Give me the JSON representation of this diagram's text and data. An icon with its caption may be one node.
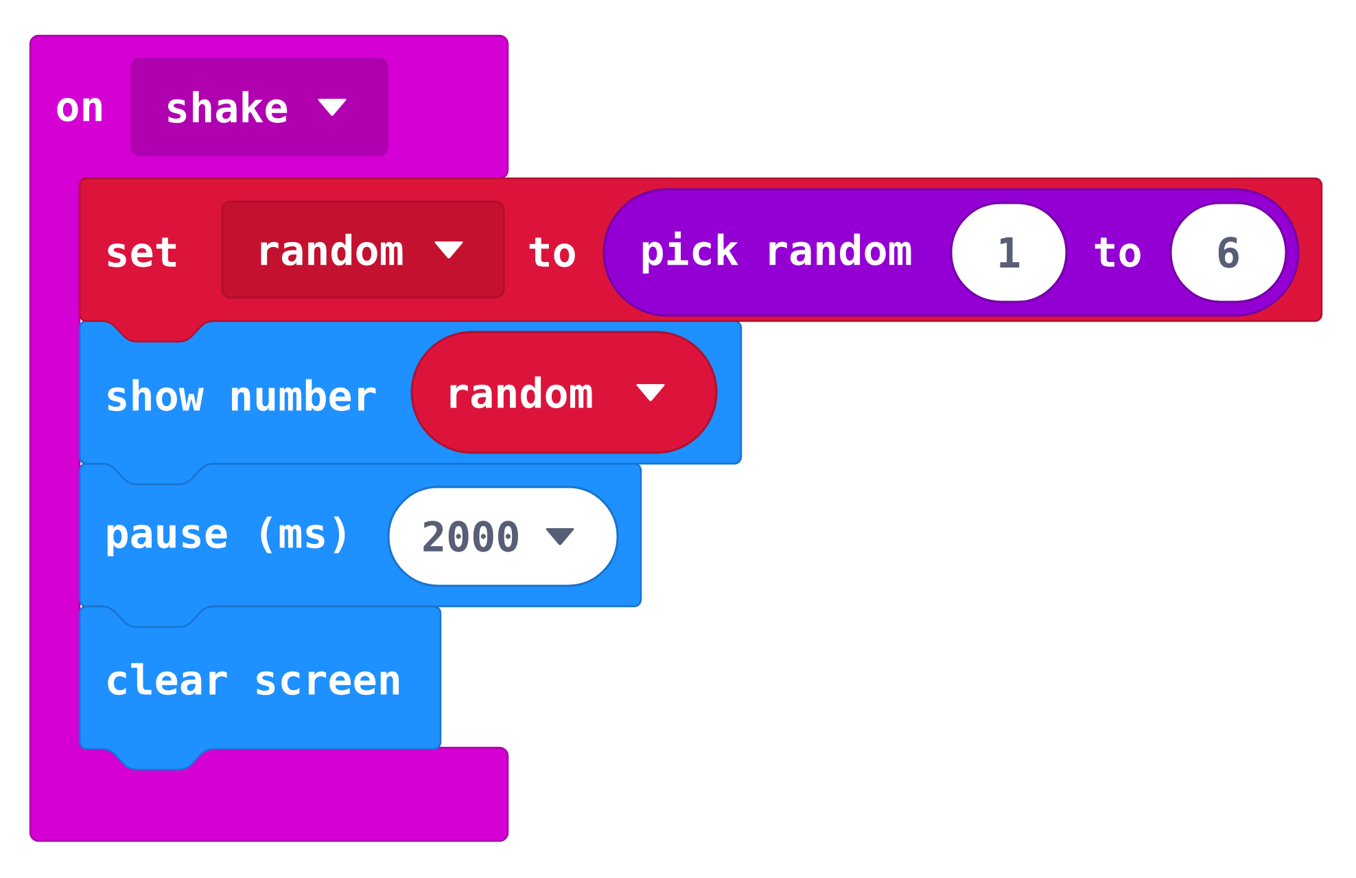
{
  "diagram": {
    "nodes": [
      {
        "text": [
          "on"
        ]
      },
      {
        "text": [
          "shake"
        ],
        "in": 0
      },
      {
        "text": [
          "set",
          "to"
        ]
      },
      {
        "text": [
          "random"
        ],
        "in": 2
      },
      {
        "text": [
          "pick random",
          "to"
        ],
        "in": 2
      },
      {
        "text": [
          "1"
        ],
        "in": 4
      },
      {
        "text": [
          "6"
        ],
        "in": 4
      },
      {
        "text": [
          "show number"
        ]
      },
      {
        "text": [
          "random"
        ],
        "in": 7
      },
      {
        "text": [
          "pause (ms)"
        ]
      },
      {
        "text": [
          "2000"
        ],
        "in": 9
      },
      {
        "text": [
          "clear screen"
        ],
        "in": 0
      }
    ]
  }
}
